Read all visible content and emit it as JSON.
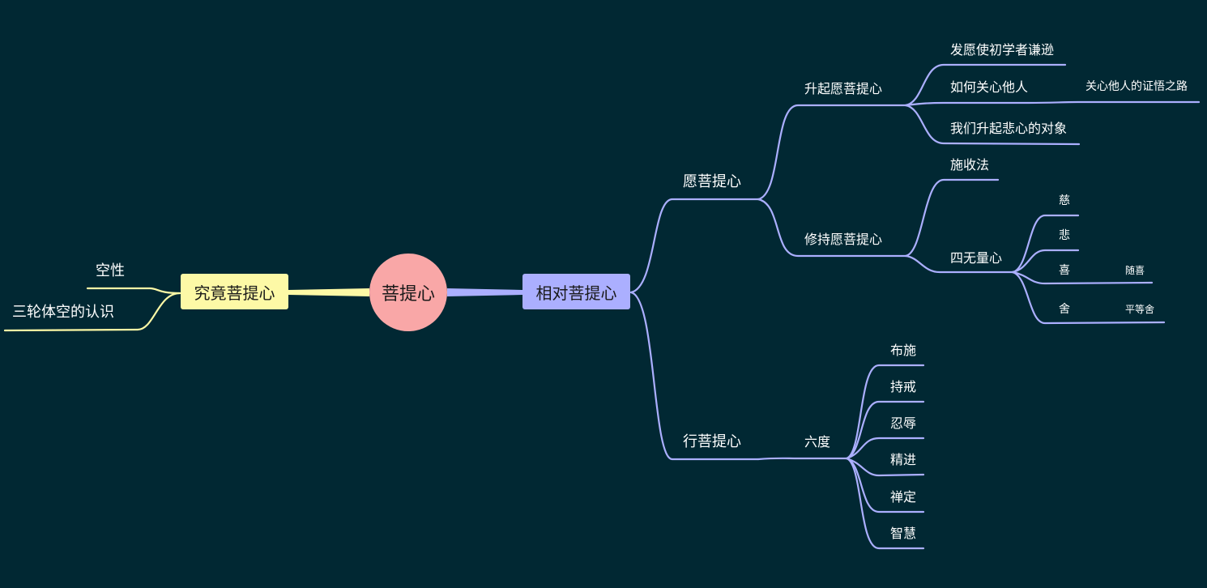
{
  "colors": {
    "background": "#012833",
    "root": "#F9A7A7",
    "relative_branch": "#ABAFFF",
    "ultimate_branch": "#FDF9A6",
    "text": "#FFFFFF"
  },
  "root": {
    "label": "菩提心"
  },
  "ultimate": {
    "label": "究竟菩提心",
    "children": [
      "空性",
      "三轮体空的认识"
    ]
  },
  "relative": {
    "label": "相对菩提心",
    "aspiration": {
      "label": "愿菩提心",
      "arising": {
        "label": "升起愿菩提心",
        "items": [
          "发愿使初学者谦逊",
          "如何关心他人",
          "我们升起悲心的对象"
        ],
        "care_child": "关心他人的证悟之路"
      },
      "practice": {
        "label": "修持愿菩提心",
        "exchange": "施收法",
        "immeasurables": {
          "label": "四无量心",
          "items": [
            "慈",
            "悲",
            "喜",
            "舍"
          ],
          "joy_child": "随喜",
          "equanimity_child": "平等舍"
        }
      }
    },
    "action": {
      "label": "行菩提心",
      "six": {
        "label": "六度",
        "items": [
          "布施",
          "持戒",
          "忍辱",
          "精进",
          "禅定",
          "智慧"
        ]
      }
    }
  }
}
